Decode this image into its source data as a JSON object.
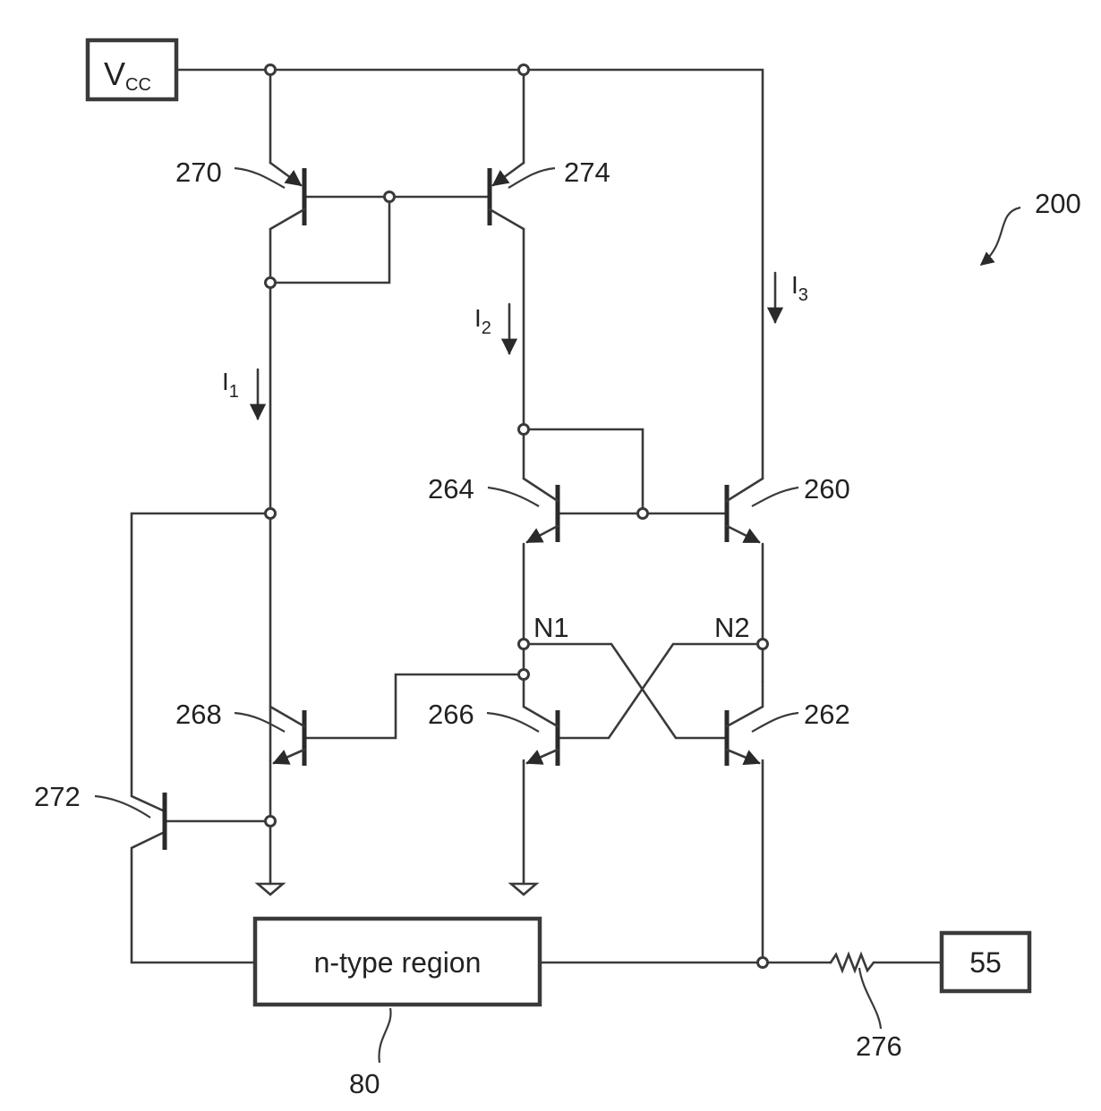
{
  "figure_number": "200",
  "supply": {
    "main": "V",
    "sub": "CC"
  },
  "output_box": "55",
  "region_box": "n-type region",
  "region_ref": "80",
  "resistor_ref": "276",
  "nodes": {
    "n1": "N1",
    "n2": "N2"
  },
  "transistors": {
    "t270": "270",
    "t274": "274",
    "t264": "264",
    "t260": "260",
    "t268": "268",
    "t266": "266",
    "t262": "262",
    "t272": "272"
  },
  "currents": {
    "i1": {
      "main": "I",
      "sub": "1"
    },
    "i2": {
      "main": "I",
      "sub": "2"
    },
    "i3": {
      "main": "I",
      "sub": "3"
    }
  }
}
